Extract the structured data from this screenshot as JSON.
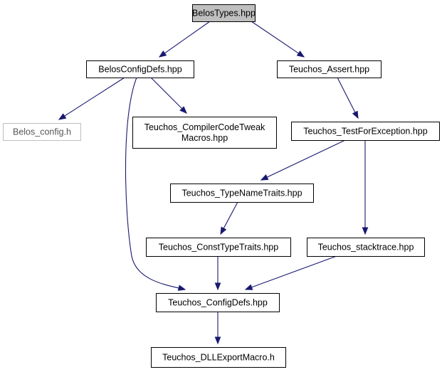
{
  "nodes": [
    {
      "id": "belos_types",
      "label": [
        "BelosTypes.hpp"
      ]
    },
    {
      "id": "belos_config_defs",
      "label": [
        "BelosConfigDefs.hpp"
      ]
    },
    {
      "id": "teuchos_assert",
      "label": [
        "Teuchos_Assert.hpp"
      ]
    },
    {
      "id": "belos_config_h",
      "label": [
        "Belos_config.h"
      ]
    },
    {
      "id": "teuchos_compiler_code_tweak",
      "label": [
        "Teuchos_CompilerCodeTweak",
        "Macros.hpp"
      ]
    },
    {
      "id": "teuchos_test_for_exception",
      "label": [
        "Teuchos_TestForException.hpp"
      ]
    },
    {
      "id": "teuchos_type_name_traits",
      "label": [
        "Teuchos_TypeNameTraits.hpp"
      ]
    },
    {
      "id": "teuchos_const_type_traits",
      "label": [
        "Teuchos_ConstTypeTraits.hpp"
      ]
    },
    {
      "id": "teuchos_stacktrace",
      "label": [
        "Teuchos_stacktrace.hpp"
      ]
    },
    {
      "id": "teuchos_config_defs",
      "label": [
        "Teuchos_ConfigDefs.hpp"
      ]
    },
    {
      "id": "teuchos_dll_export_macro",
      "label": [
        "Teuchos_DLLExportMacro.h"
      ]
    }
  ],
  "edges": [
    {
      "from": "belos_types",
      "to": "belos_config_defs"
    },
    {
      "from": "belos_types",
      "to": "teuchos_assert"
    },
    {
      "from": "belos_config_defs",
      "to": "belos_config_h"
    },
    {
      "from": "belos_config_defs",
      "to": "teuchos_compiler_code_tweak"
    },
    {
      "from": "belos_config_defs",
      "to": "teuchos_config_defs"
    },
    {
      "from": "teuchos_assert",
      "to": "teuchos_test_for_exception"
    },
    {
      "from": "teuchos_test_for_exception",
      "to": "teuchos_type_name_traits"
    },
    {
      "from": "teuchos_test_for_exception",
      "to": "teuchos_stacktrace"
    },
    {
      "from": "teuchos_type_name_traits",
      "to": "teuchos_const_type_traits"
    },
    {
      "from": "teuchos_const_type_traits",
      "to": "teuchos_config_defs"
    },
    {
      "from": "teuchos_stacktrace",
      "to": "teuchos_config_defs"
    },
    {
      "from": "teuchos_config_defs",
      "to": "teuchos_dll_export_macro"
    }
  ],
  "colors": {
    "edge": "#191970",
    "root_fill": "#bfbfbf",
    "external_border": "#bfbfbf",
    "node_border": "#000000"
  }
}
